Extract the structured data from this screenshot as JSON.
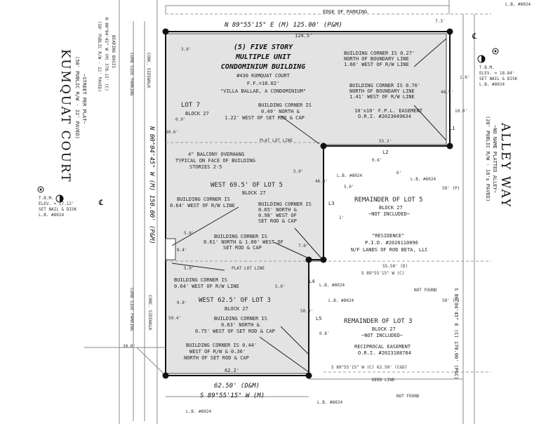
{
  "headline": [
    "(5) FIVE STORY",
    "MULTIPLE UNIT",
    "CONDOMINIUM BUILDING"
  ],
  "address": "#430 KUMQUAT COURT",
  "ff": "F.F.=18.02'",
  "villa": "\"VILLA BALLAD, A CONDOMINIUM\"",
  "edge_of_parking": "EDGE OF PARKING",
  "top_bearing": "N 89°55'15\" E (M)   125.00' (P&M)",
  "top_dim": "124.5'",
  "bottom_bearing_a": "62.50' (D&M)",
  "bottom_bearing_b": "S 89°55'15\" W (M)",
  "bottom_dim": "62.2'",
  "left_bearing": "N 00°04'45\" W (M) 150.00' (P&M)",
  "right_bearing": "S 00°04'45\" E (C) 170.00' (P&C)",
  "kumquat_court": "KUMQUAT COURT",
  "kumquat_sub": [
    "(50' PUBLIC R/W - 22' PAVED)",
    "~STREET PER PLAT~"
  ],
  "alley_way": "ALLEY WAY",
  "alley_sub": [
    "(20' PUBLIC R/W - 18'± PAVED)",
    "~NO NAME PLATTED ALLEY~"
  ],
  "tbm_left": [
    "T.B.M.",
    "ELEV. = 17.12'",
    "SET NAIL & DISK",
    "L.B. #8024"
  ],
  "tbm_right": [
    "T.B.M.",
    "ELEV. = 18.84'",
    "SET NAIL & DISK",
    "L.B. #8024"
  ],
  "lb": "L.B. #8024",
  "lot7": [
    "LOT 7",
    "BLOCK 27"
  ],
  "west69": [
    "WEST 69.5' OF LOT 5",
    "BLOCK 27"
  ],
  "west62": [
    "WEST 62.5' OF LOT 3",
    "BLOCK 27"
  ],
  "rem5": [
    "REMAINDER OF LOT 5",
    "BLOCK 27",
    "~NOT INCLUDED~"
  ],
  "rem3": [
    "REMAINDER OF LOT 3",
    "BLOCK 27",
    "~NOT INCLUDED~"
  ],
  "residence": [
    "\"RESIDENCE\"",
    "P.I.D. #2026110096",
    "N/F LANDS OF ROD BETA, LLC"
  ],
  "notes": {
    "n1": [
      "BUILDING CORNER IS 0.27'",
      "NORTH OF BOUNDARY LINE",
      "1.66' WEST OF R/W LINE"
    ],
    "n2": [
      "BUILDING CORNER IS 0.76'",
      "NORTH OF BOUNDARY LINE",
      "1.41' WEST OF R/W LINE"
    ],
    "n3": [
      "10'x10' F.P.L. EASEMENT",
      "O.R.I. #2023049634"
    ],
    "n4": [
      "BUILDING CORNER IS",
      "0.49' NORTH &",
      "1.22' WEST OF SET ROD & CAP"
    ],
    "n5": [
      "4\" BALCONY OVERHANG",
      "TYPICAL ON FACE OF BUILDING",
      "STORIES 2-5"
    ],
    "n6": [
      "BUILDING CORNER IS",
      "0.64' WEST OF R/W LINE"
    ],
    "n7": [
      "BUILDING CORNER IS",
      "0.65' NORTH &",
      "0.98' WEST OF",
      "SET ROD & CAP"
    ],
    "n8": [
      "BUILDING CORNER IS",
      "0.61' NORTH & 1.00' WEST OF",
      "SET ROD & CAP"
    ],
    "n9": [
      "BUILDING CORNER IS",
      "0.64' WEST OF R/W LINE"
    ],
    "n10": [
      "BUILDING CORNER IS",
      "0.63' NORTH &",
      "0.75' WEST OF SET ROD & CAP"
    ],
    "n11": [
      "BUILDING CORNER IS 0.44'",
      "WEST OF R/W & 0.36'",
      "NORTH OF SET ROD & CAP"
    ],
    "n12": [
      "RECIPROCAL EASEMENT",
      "O.R.I. #2023188784"
    ]
  },
  "plat_lot_line": "PLAT LOT LINE",
  "deed_line": "DEED LINE",
  "not_found": "NOT FOUND",
  "s89_d": "55.50' (D)",
  "s89_c": "S 89°55'15\" W (C)",
  "s89_c2": "S 89°55'15\" W (C)   62.50' (C&D)",
  "curb_side": "CURB SIDE PARKING",
  "conc_sidewalk": "CONC. SIDEWALK",
  "left_strip": [
    "(50' PUBLIC R/W - 22' PAVED)",
    "N 00°04'45\" W (M) 370.15' (C)",
    "BEARING BASIS"
  ],
  "labels_L": [
    "L1",
    "L2",
    "L3",
    "L4",
    "L5"
  ],
  "dims": {
    "d36": "3.6'",
    "d73": "7.3'",
    "d16": "1.6'",
    "d485": "48.5'",
    "d100": "10.0'",
    "d553": "55.3'",
    "d09": "0.9'",
    "d906": "90.6'",
    "d50a": "5.0'",
    "d50b": "5.0'",
    "d50c": "5.0'",
    "d50d": "5.0'",
    "d50e": "5.0'",
    "d468": "46.8'",
    "d84": "8.4'",
    "d70": "7.0'",
    "d08a": "0.8'",
    "d504": "50.4'",
    "d300": "30.0'",
    "d08b": "0.8'",
    "d500": "50.0'",
    "d50p": "50' (P)",
    "d50p2": "50' (P)",
    "d06": "0.6'",
    "d1": "1'",
    "d6": "6'"
  }
}
